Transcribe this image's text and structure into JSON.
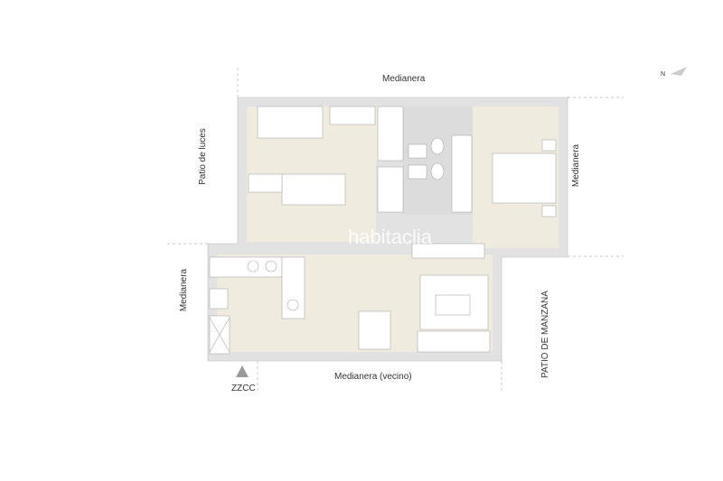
{
  "labels": {
    "top": "Medianera",
    "left_upper": "Patio de luces",
    "right": "Medianera",
    "left_lower": "Medianera",
    "entrance": "ZZCC",
    "bottom": "Medianera (vecino)",
    "right_lower": "PATIO DE MANZANA",
    "north": "N"
  },
  "watermark": "habitaclia",
  "colors": {
    "floor": "#efebdf",
    "wall": "#e2e2e2",
    "bath": "#dcdcdc",
    "furniture": "#ffffff",
    "line": "#b5b5b5"
  }
}
